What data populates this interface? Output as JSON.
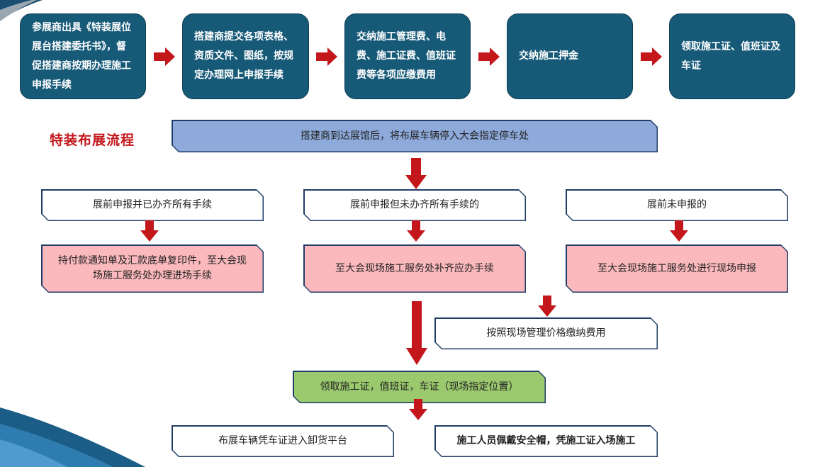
{
  "steps": [
    "参展商出具《特装展位展台搭建委托书》，督促搭建商按期办理施工申报手续",
    "搭建商提交各项表格、资质文件、图纸，按规定办理网上申报手续",
    "交纳施工管理费、电费、施工证费、值班证费等各项应缴费用",
    "交纳施工押金",
    "领取施工证、值班证及车证"
  ],
  "process_title": "特装布展流程",
  "arrival": "搭建商到达展馆后，将布展车辆停入大会指定停车处",
  "branches": [
    {
      "condition": "展前申报并已办齐所有手续",
      "action": "持付款通知单及汇款底单复印件，至大会现场施工服务处办理进场手续"
    },
    {
      "condition": "展前申报但未办齐所有手续的",
      "action": "至大会现场施工服务处补齐应办手续"
    },
    {
      "condition": "展前未申报的",
      "action": "至大会现场施工服务处进行现场申报"
    }
  ],
  "fee": "按照现场管理价格缴纳费用",
  "collect": "领取施工证，值班证，车证（现场指定位置）",
  "final_left": "布展车辆凭车证进入卸货平台",
  "final_right": "施工人员佩戴安全帽，凭施工证入场施工",
  "colors": {
    "top_box": "#165a78",
    "arrow": "#c3171c",
    "blue_box": "#8eaadb",
    "pink_box": "#fbb9bd",
    "green_box": "#9bc96d",
    "title": "#c3171c"
  }
}
